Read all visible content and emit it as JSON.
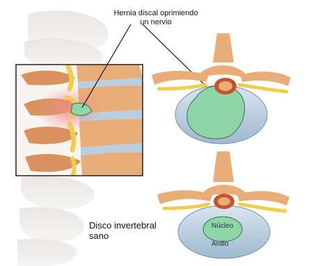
{
  "labels": {
    "hernia_line1": "Hernia discal oprimiendo",
    "hernia_line2": "un nervio",
    "healthy_line1": "Disco invertebral",
    "healthy_line2": "sano",
    "nucleus": "Núcleo",
    "annulus": "Anillo"
  },
  "colors": {
    "bone": "#e9ad78",
    "bone_shadow": "#c9844f",
    "nerve": "#f0cd4a",
    "nucleus": "#8fd6a6",
    "annulus": "#b9cfe0",
    "spinal_canal": "#c4542f",
    "inflammation": "#ef8f82",
    "frame": "#222222"
  }
}
